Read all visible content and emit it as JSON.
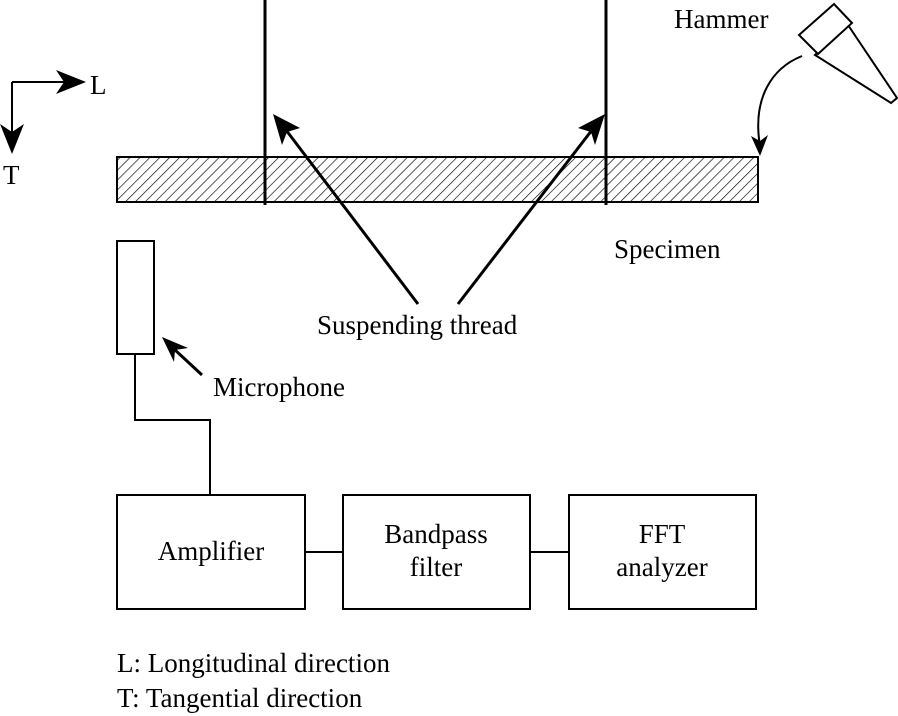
{
  "axes": {
    "l_label": "L",
    "t_label": "T"
  },
  "labels": {
    "hammer": "Hammer",
    "specimen": "Specimen",
    "suspending_thread": "Suspending thread",
    "microphone": "Microphone"
  },
  "blocks": {
    "amplifier": [
      "Amplifier"
    ],
    "bandpass_filter": [
      "Bandpass",
      "filter"
    ],
    "fft_analyzer": [
      "FFT",
      "analyzer"
    ]
  },
  "legend": {
    "l": "L: Longitudinal direction",
    "t": "T: Tangential direction"
  },
  "colors": {
    "ink": "#000000",
    "background": "#ffffff"
  }
}
